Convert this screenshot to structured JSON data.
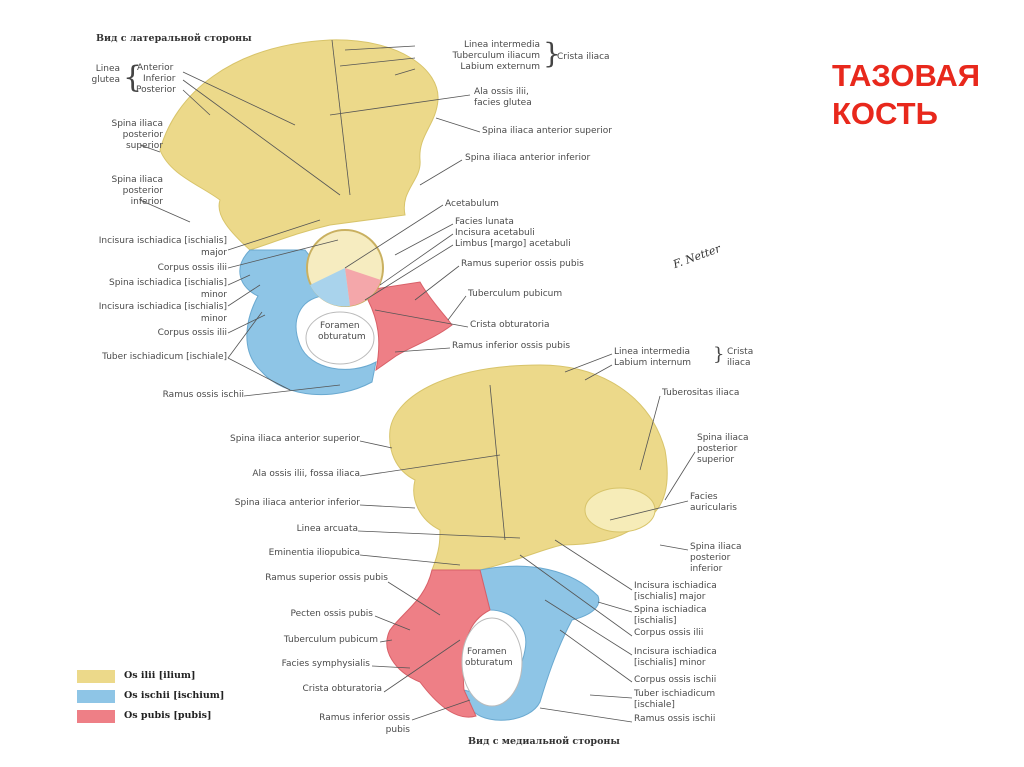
{
  "slide_title": [
    "ТАЗОВАЯ",
    "КОСТЬ"
  ],
  "colors": {
    "ilium": "#ecd98a",
    "ischium": "#8ec5e6",
    "pubis": "#ee7f86",
    "title": "#e8281c"
  },
  "top_view": {
    "title": "Вид с латеральной стороны",
    "left_labels": [
      "Linea",
      "glutea",
      "Anterior",
      "Inferior",
      "Posterior",
      "Spina iliaca",
      "posterior",
      "superior",
      "Spina iliaca",
      "posterior",
      "inferior",
      "Incisura ischiadica [ischialis]",
      "major",
      "Corpus ossis ilii",
      "Spina ischiadica [ischialis]",
      "minor",
      "Incisura ischiadica [ischialis]",
      "minor",
      "Corpus ossis ilii",
      "Tuber ischiadicum [ischiale]",
      "Ramus ossis ischii"
    ],
    "right_labels": [
      "Linea intermedia",
      "Tuberculum iliacum",
      "Labium externum",
      "Crista iliaca",
      "Ala ossis ilii,",
      "facies glutea",
      "Spina iliaca anterior superior",
      "Spina iliaca anterior inferior",
      "Acetabulum",
      "Facies lunata",
      "Incisura acetabuli",
      "Limbus [margo] acetabuli",
      "Ramus superior ossis pubis",
      "Tuberculum pubicum",
      "Crista obturatoria",
      "Ramus inferior ossis pubis"
    ],
    "foramen": [
      "Foramen",
      "obturatum"
    ]
  },
  "bottom_view": {
    "title": "Вид с медиальной стороны",
    "left_labels": [
      "Spina iliaca anterior superior",
      "Ala ossis ilii, fossa iliaca",
      "Spina iliaca anterior inferior",
      "Linea arcuata",
      "Eminentia iliopubica",
      "Ramus superior ossis pubis",
      "Pecten ossis pubis",
      "Tuberculum pubicum",
      "Facies symphysialis",
      "Crista obturatoria",
      "Ramus inferior ossis",
      "pubis"
    ],
    "right_labels": [
      "Linea intermedia",
      "Labium internum",
      "Crista",
      "iliaca",
      "Tuberositas iliaca",
      "Spina iliaca",
      "posterior",
      "superior",
      "Facies",
      "auricularis",
      "Spina iliaca",
      "posterior",
      "inferior",
      "Incisura ischiadica",
      "[ischialis] major",
      "Spina ischiadica",
      "[ischialis]",
      "Corpus ossis ilii",
      "Incisura ischiadica",
      "[ischialis] minor",
      "Corpus ossis ischii",
      "Tuber ischiadicum",
      "[ischiale]",
      "Ramus ossis ischii"
    ],
    "foramen": [
      "Foramen",
      "obturatum"
    ]
  },
  "legend": [
    {
      "label": "Os ilii [ilium]",
      "color": "#ecd98a"
    },
    {
      "label": "Os ischii [ischium]",
      "color": "#8ec5e6"
    },
    {
      "label": "Os pubis [pubis]",
      "color": "#ee7f86"
    }
  ],
  "signature": "F. Netter"
}
